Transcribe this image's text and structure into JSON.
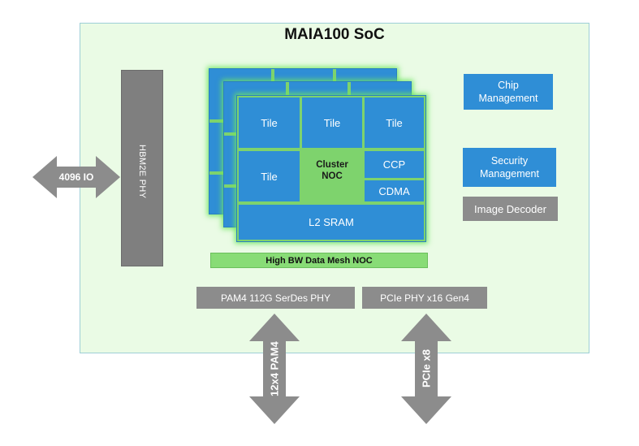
{
  "soc": {
    "title": "MAIA100 SoC",
    "hbm_phy": "HBM2E PHY",
    "tiles": [
      "Tile",
      "Tile",
      "Tile",
      "Tile"
    ],
    "cluster_noc": [
      "Cluster",
      "NOC"
    ],
    "ccp": "CCP",
    "cdma": "CDMA",
    "l2_sram": "L2 SRAM",
    "mesh_noc": "High BW Data Mesh NOC",
    "chip_management": [
      "Chip",
      "Management"
    ],
    "security_management": [
      "Security",
      "Management"
    ],
    "image_decoder": "Image Decoder",
    "serdes_phy": "PAM4 112G SerDes PHY",
    "pcie_phy": "PCIe PHY x16 Gen4"
  },
  "arrows": {
    "left_io": "4096 IO",
    "pam4": "12x4 PAM4",
    "pcie": "PCIe x8"
  },
  "colors": {
    "soc_background": "#eafbe5",
    "blue": "#2f8ed6",
    "green": "#7ed36d",
    "gray": "#8c8c8c"
  }
}
